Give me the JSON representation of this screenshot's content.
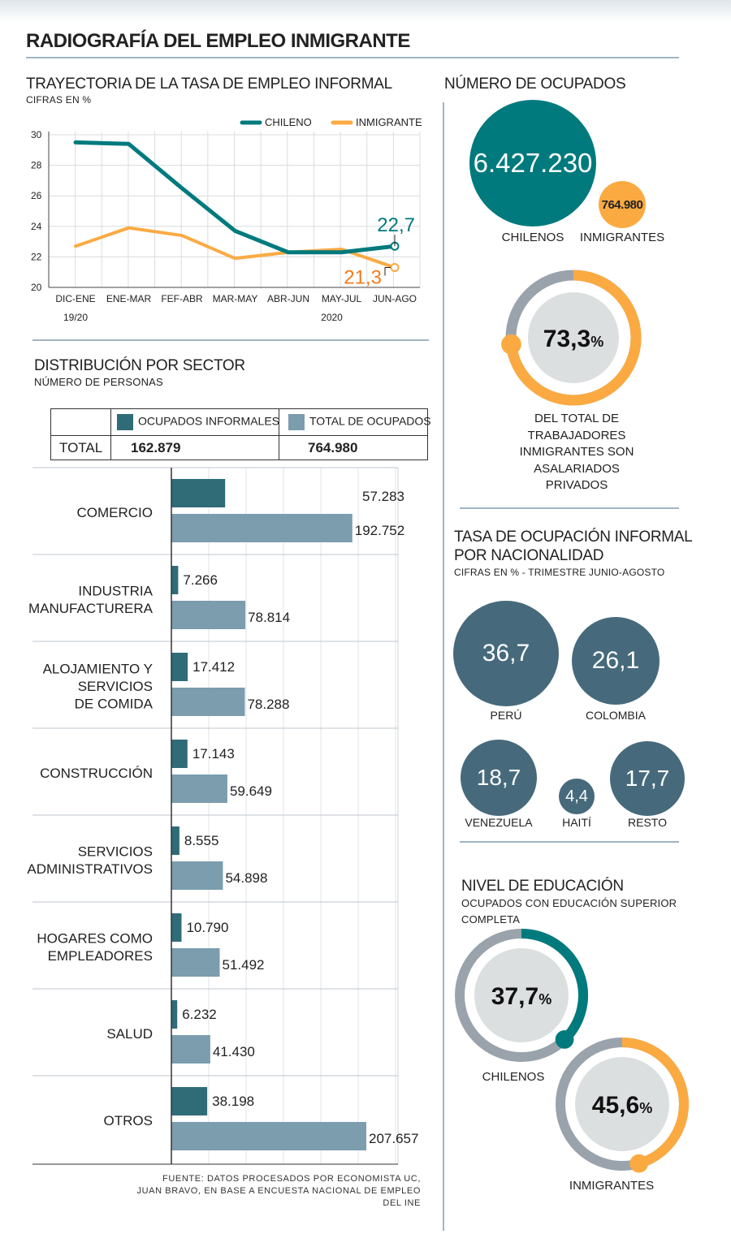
{
  "title": "RADIOGRAFÍA DEL EMPLEO INMIGRANTE",
  "colors": {
    "chileno": "#007a7d",
    "inmigrante": "#fbaa42",
    "informales": "#2f6c78",
    "total": "#7b9dae",
    "circle": "#466a7c",
    "gray_ring": "#9aa3ac",
    "inner": "#dcdfe0"
  },
  "line_section": {
    "title": "TRAYECTORIA DE LA TASA DE EMPLEO INFORMAL",
    "subtitle": "CIFRAS EN %",
    "year_labels": [
      "19/20",
      "2020"
    ],
    "end_labels": {
      "chileno": "22,7",
      "inmigrante": "21,3"
    }
  },
  "dist_section": {
    "title": "DISTRIBUCIÓN POR SECTOR",
    "subtitle": "NÚMERO DE PERSONAS",
    "legend_informales": "OCUPADOS INFORMALES",
    "legend_total": "TOTAL DE OCUPADOS",
    "total_label": "TOTAL",
    "total_informales": "162.879",
    "total_ocupados": "764.980"
  },
  "ocupados": {
    "title": "NÚMERO DE OCUPADOS",
    "chilenos_value": "6.427.230",
    "chilenos_label": "CHILENOS",
    "inmigrantes_value": "764.980",
    "inmigrantes_label": "INMIGRANTES",
    "pct_value": "73,3",
    "pct_sign": "%",
    "pct_fraction": 0.733,
    "pct_caption": [
      "DEL TOTAL DE",
      "TRABAJADORES",
      "INMIGRANTES SON",
      "ASALARIADOS PRIVADOS"
    ]
  },
  "informal_nat": {
    "title_line1": "TASA DE OCUPACIÓN INFORMAL",
    "title_line2": "POR NACIONALIDAD",
    "subtitle": "CIFRAS EN % - TRIMESTRE JUNIO-AGOSTO",
    "items": [
      {
        "value": "36,7",
        "label": "PERÚ"
      },
      {
        "value": "26,1",
        "label": "COLOMBIA"
      },
      {
        "value": "18,7",
        "label": "VENEZUELA"
      },
      {
        "value": "4,4",
        "label": "HAITÍ"
      },
      {
        "value": "17,7",
        "label": "RESTO"
      }
    ]
  },
  "education": {
    "title": "NIVEL DE EDUCACIÓN",
    "subtitle_line1": "OCUPADOS CON EDUCACIÓN SUPERIOR",
    "subtitle_line2": "COMPLETA",
    "chilenos_value": "37,7",
    "chilenos_label": "CHILENOS",
    "chilenos_fraction": 0.377,
    "inmigrantes_value": "45,6",
    "inmigrantes_label": "INMIGRANTES",
    "inmigrantes_fraction": 0.456,
    "pct_sign": "%"
  },
  "source_line1": "FUENTE: DATOS PROCESADOS  POR ECONOMISTA UC,",
  "source_line2": "JUAN BRAVO, EN BASE A ENCUESTA NACIONAL DE EMPLEO DEL INE",
  "chart_data": [
    {
      "type": "line",
      "title": "TRAYECTORIA DE LA TASA DE EMPLEO INFORMAL",
      "categories": [
        "DIC-ENE",
        "ENE-MAR",
        "FEF-ABR",
        "MAR-MAY",
        "ABR-JUN",
        "MAY-JUL",
        "JUN-AGO"
      ],
      "series": [
        {
          "name": "CHILENO",
          "values": [
            29.5,
            29.4,
            26.5,
            23.7,
            22.3,
            22.3,
            22.7
          ]
        },
        {
          "name": "INMIGRANTE",
          "values": [
            22.7,
            23.9,
            23.4,
            21.9,
            22.3,
            22.5,
            21.3
          ]
        }
      ],
      "ylim": [
        20,
        30
      ],
      "yticks": [
        20,
        22,
        24,
        26,
        28,
        30
      ],
      "grid": true,
      "legend": "top-right"
    },
    {
      "type": "bar",
      "title": "DISTRIBUCIÓN POR SECTOR",
      "orientation": "horizontal",
      "categories": [
        [
          "COMERCIO"
        ],
        [
          "INDUSTRIA",
          "MANUFACTURERA"
        ],
        [
          "ALOJAMIENTO Y",
          "SERVICIOS",
          "DE COMIDA"
        ],
        [
          "CONSTRUCCIÓN"
        ],
        [
          "SERVICIOS",
          "ADMINISTRATIVOS"
        ],
        [
          "HOGARES COMO",
          "EMPLEADORES"
        ],
        [
          "SALUD"
        ],
        [
          "OTROS"
        ]
      ],
      "series": [
        {
          "name": "OCUPADOS INFORMALES",
          "values": [
            57283,
            7266,
            17412,
            17143,
            8555,
            10790,
            6232,
            38198
          ],
          "labels": [
            "57.283",
            "7.266",
            "17.412",
            "17.143",
            "8.555",
            "10.790",
            "6.232",
            "38.198"
          ]
        },
        {
          "name": "TOTAL DE OCUPADOS",
          "values": [
            192752,
            78814,
            78288,
            59649,
            54898,
            51492,
            41430,
            207657
          ],
          "labels": [
            "192.752",
            "78.814",
            "78.288",
            "59.649",
            "54.898",
            "51.492",
            "41.430",
            "207.657"
          ]
        }
      ],
      "xlim": [
        0,
        240000
      ],
      "grid": true
    }
  ]
}
